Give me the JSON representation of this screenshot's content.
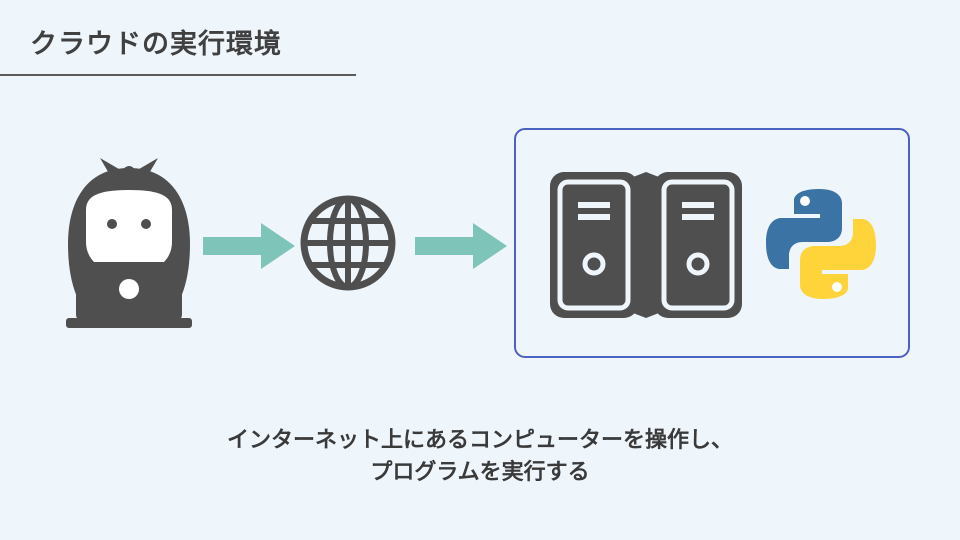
{
  "slide": {
    "title": "クラウドの実行環境"
  },
  "caption": {
    "line1": "インターネット上にあるコンピューターを操作し、",
    "line2": "プログラムを実行する"
  },
  "colors": {
    "background": "#eef5fb",
    "icon_gray": "#4f4f4f",
    "arrow_teal": "#7fc4b8",
    "box_border": "#4a62c1",
    "python_blue": "#3b73a5",
    "python_yellow": "#ffd43b"
  },
  "icons": {
    "person": "person-with-laptop-icon",
    "arrow": "right-arrow-icon",
    "globe": "globe-icon",
    "servers": "server-icon",
    "language": "python-logo-icon"
  }
}
